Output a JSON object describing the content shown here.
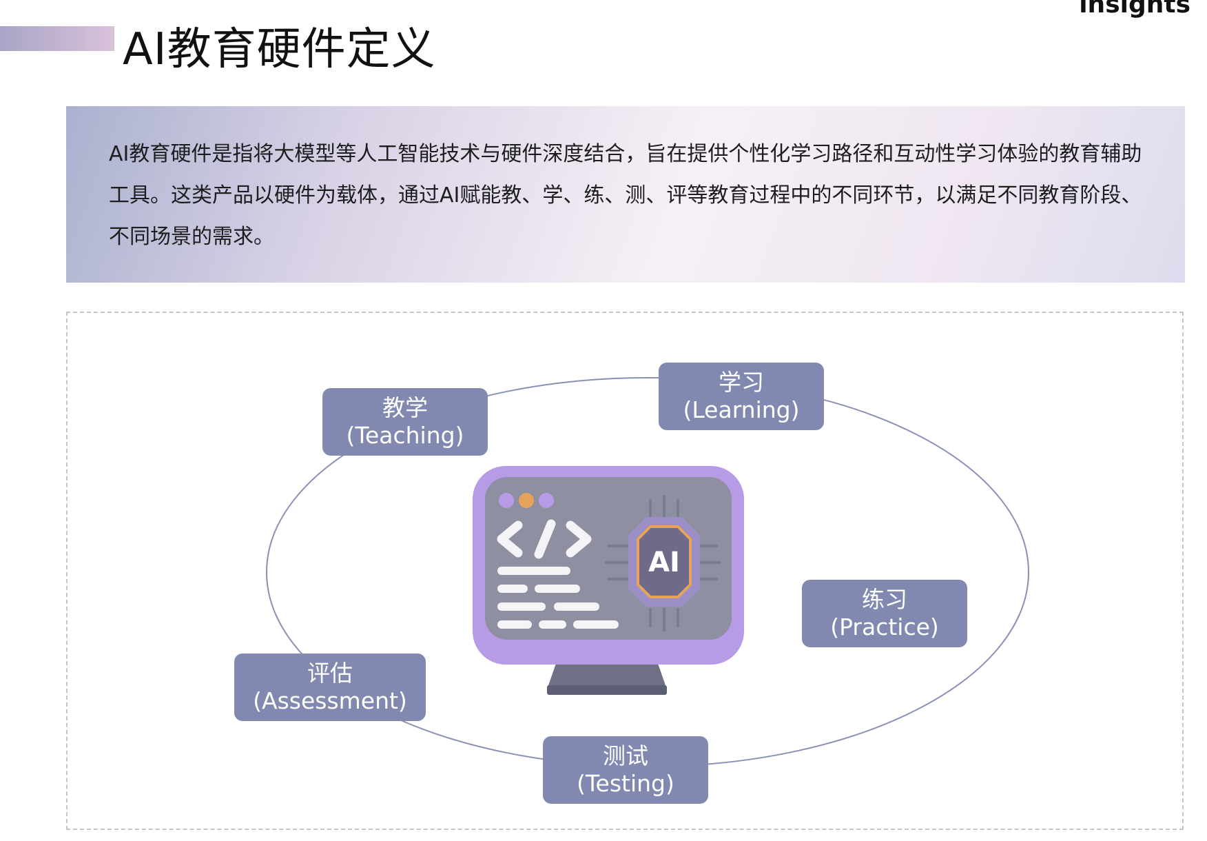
{
  "header": {
    "brand": "insights",
    "title": "AI教育硬件定义"
  },
  "intro": {
    "text": "AI教育硬件是指将大模型等人工智能技术与硬件深度结合，旨在提供个性化学习路径和互动性学习体验的教育辅助工具。这类产品以硬件为载体，通过AI赋能教、学、练、测、评等教育过程中的不同环节，以满足不同教育阶段、不同场景的需求。"
  },
  "diagram": {
    "center_badge": "AI",
    "nodes": [
      {
        "zh": "教学",
        "en": "(Teaching)"
      },
      {
        "zh": "学习",
        "en": "(Learning)"
      },
      {
        "zh": "练习",
        "en": "(Practice)"
      },
      {
        "zh": "测试",
        "en": "(Testing)"
      },
      {
        "zh": "评估",
        "en": "(Assessment)"
      }
    ]
  },
  "colors": {
    "node_fill": "#8189b0",
    "cycle_line": "#8a8fb5",
    "monitor_frame": "#b79be6",
    "ai_badge": "#e7a35a"
  }
}
